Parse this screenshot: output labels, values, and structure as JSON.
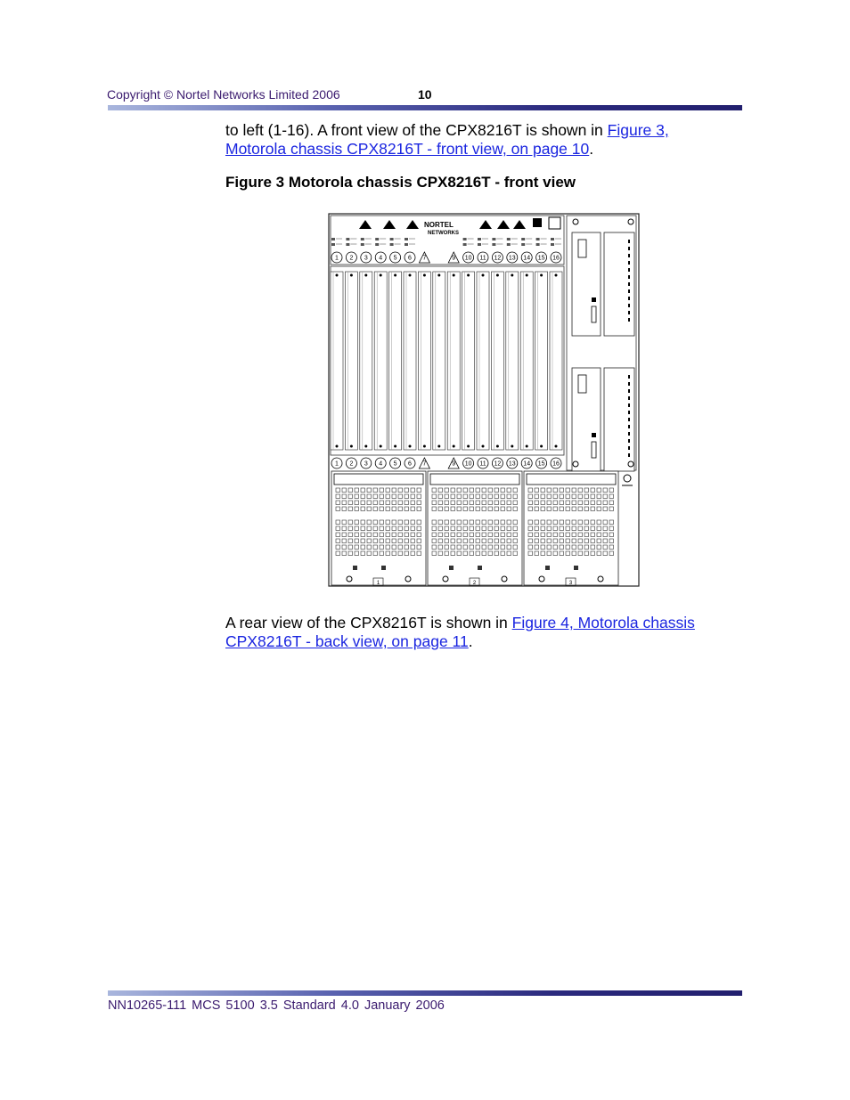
{
  "header": {
    "copyright": "Copyright © Nortel Networks Limited 2006",
    "page_number": "10"
  },
  "body": {
    "para1_text": "to left (1-16). A front view of the CPX8216T is shown in ",
    "para1_link_line1": "Figure 3,  ",
    "para1_link_line2": "Motorola chassis CPX8216T - front view, on page 10",
    "para1_end": ".",
    "figure_caption": "Figure 3  Motorola chassis CPX8216T - front view",
    "para2_text": "A rear view of the CPX8216T is shown in ",
    "para2_link_line1": "Figure 4,  Motorola chassis ",
    "para2_link_line2": "CPX8216T - back view, on page 11",
    "para2_end": "."
  },
  "figure": {
    "logo_line1": "NORTEL",
    "logo_line2": "NETWORKS",
    "slot_labels": [
      "1",
      "2",
      "3",
      "4",
      "5",
      "6",
      "7",
      "8",
      "9",
      "10",
      "11",
      "12",
      "13",
      "14",
      "15",
      "16"
    ],
    "psu_labels": [
      "1",
      "2",
      "3"
    ]
  },
  "footer": {
    "doc_info": "NN10265-111   MCS 5100 3.5   Standard   4.0   January 2006"
  }
}
